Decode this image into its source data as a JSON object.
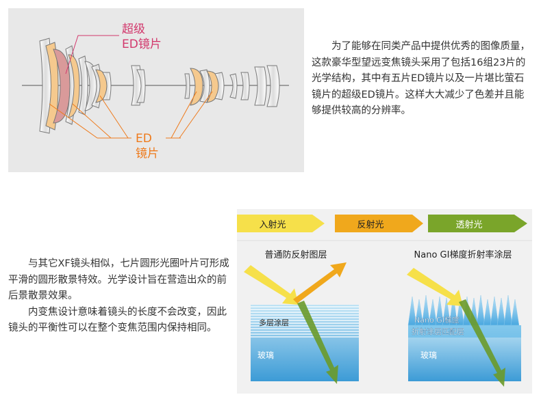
{
  "lens_diagram": {
    "super_ed_label": [
      "超级",
      "ED镜片"
    ],
    "ed_label": [
      "ED",
      "镜片"
    ],
    "colors": {
      "super_ed": "#d2386c",
      "ed": "#ee7a1b",
      "lens_super_ed_fill": "#d99a9a",
      "lens_ed_fill": "#f5c98e",
      "panel_bg": "#e8e8e8"
    }
  },
  "intro_paragraph": "为了能够在同类产品中提供优秀的图像质量，这款豪华型望远变焦镜头采用了包括16组23片的光学结构，其中有五片ED镜片以及一片堪比萤石镜片的超级ED镜片。这样大大减少了色差并且能够提供较高的分辨率。",
  "aperture_paragraph": "与其它XF镜头相似，七片圆形光圈叶片可形成平滑的圆形散景特效。光学设计旨在营造出众的前后景散景效果。",
  "internal_zoom_paragraph": "内变焦设计意味着镜头的长度不会改变，因此镜头的平衡性可以在整个变焦范围内保持相同。",
  "coating_diagram": {
    "legend": [
      {
        "label": "入射光",
        "color": "#f6e04a"
      },
      {
        "label": "反射光",
        "color": "#f0a81c"
      },
      {
        "label": "透射光",
        "color": "#7aa52a"
      }
    ],
    "left": {
      "title": "普通防反射图层",
      "coating_label": "多层涂层",
      "glass_label": "玻璃"
    },
    "right": {
      "title": "Nano GI梯度折射率涂层",
      "coating_label": [
        "Nano GI梯度",
        "折射涂层匹配层"
      ],
      "glass_label": "玻璃"
    }
  }
}
